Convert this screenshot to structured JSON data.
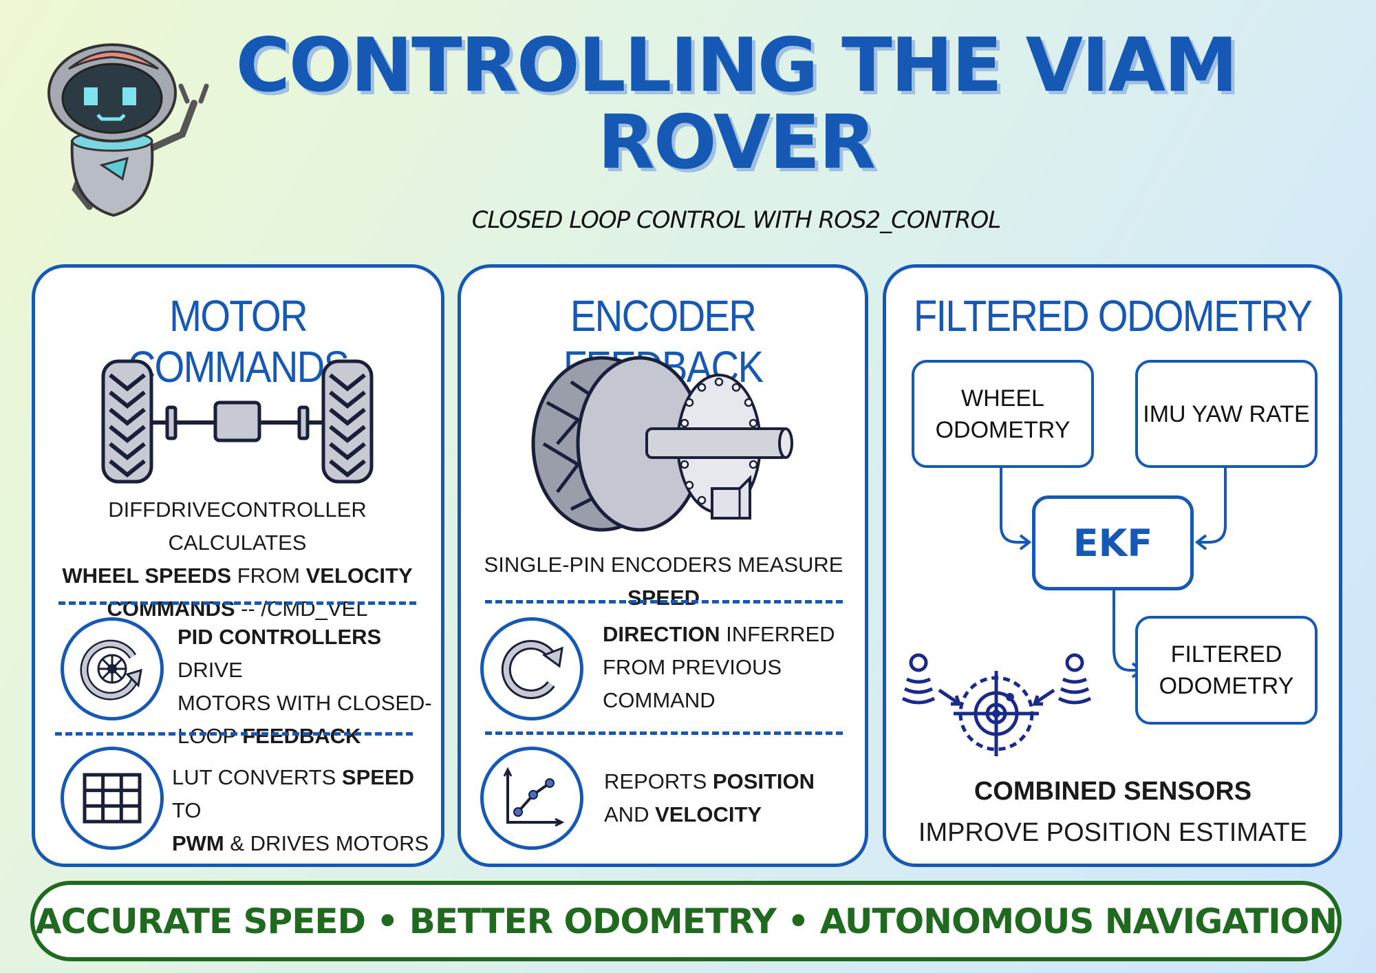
{
  "header": {
    "title_line1": "CONTROLLING THE VIAM",
    "title_line2": "ROVER",
    "subtitle": "CLOSED LOOP CONTROL WITH ROS2_CONTROL"
  },
  "panel_motor": {
    "title": "MOTOR COMMANDS",
    "desc": {
      "t1": "DIFFDRIVECONTROLLER CALCULATES",
      "t2": "WHEEL SPEEDS",
      "t3": " FROM ",
      "t4": "VELOCITY",
      "t5": "COMMANDS",
      "t6": " -- /CMD_VEL"
    },
    "pid": {
      "b1": "PID CONTROLLERS",
      "t1": " DRIVE",
      "t2": "MOTORS WITH CLOSED-",
      "t3": "LOOP ",
      "b2": "FEEDBACK"
    },
    "lut": {
      "t1": "LUT CONVERTS ",
      "b1": "SPEED",
      "t2": " TO",
      "b2": "PWM",
      "t3": " & DRIVES MOTORS"
    }
  },
  "panel_encoder": {
    "title": "ENCODER FEEDBACK",
    "desc": {
      "t1": "SINGLE-PIN ENCODERS MEASURE ",
      "b1": "SPEED"
    },
    "direction": {
      "b1": "DIRECTION",
      "t1": " INFERRED",
      "t2": "FROM PREVIOUS",
      "t3": "COMMAND"
    },
    "reports": {
      "t1": "REPORTS ",
      "b1": "POSITION",
      "t2": "AND ",
      "b2": "VELOCITY"
    }
  },
  "panel_odometry": {
    "title": "FILTERED ODOMETRY",
    "wheel_odometry": "WHEEL ODOMETRY",
    "imu": "IMU YAW RATE",
    "ekf": "EKF",
    "filtered": "FILTERED ODOMETRY",
    "combined_bold": "COMBINED SENSORS",
    "combined_text": "IMPROVE POSITION ESTIMATE"
  },
  "banner": "ACCURATE SPEED • BETTER ODOMETRY • AUTONOMOUS NAVIGATION",
  "colors": {
    "primary": "#1559b5",
    "banner_green": "#1f6a1e",
    "icon_gray": "#b9bccb"
  },
  "icons": [
    "robot-mascot",
    "tire",
    "axle",
    "wheel-encoder",
    "cycle-gear",
    "grid",
    "cycle-arrow",
    "line-graph",
    "sensor-target"
  ]
}
